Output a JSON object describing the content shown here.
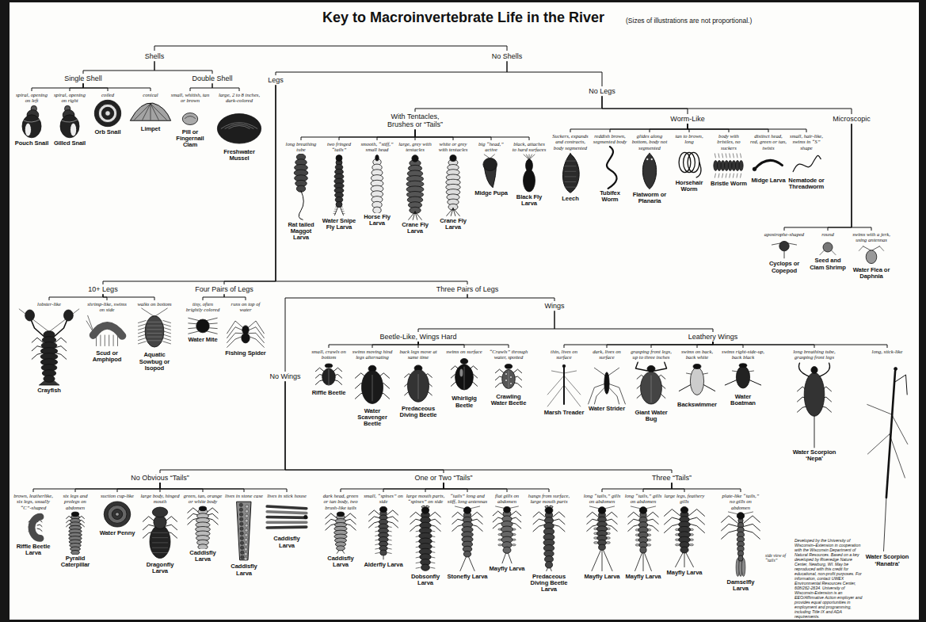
{
  "diagram": {
    "title": "Key to Macroinvertebrate Life in the River",
    "nodes": [
      {
        "text": [
          "Shells"
        ]
      },
      {
        "text": [
          "Single Shell"
        ]
      },
      {
        "text": [
          "spiral, opening on left",
          "Pouch Snail"
        ]
      },
      {
        "text": [
          "spiral, opening on right",
          "Gilled Snail"
        ]
      },
      {
        "text": [
          "coiled",
          "Orb Snail"
        ]
      },
      {
        "text": [
          "conical",
          "Limpet"
        ]
      },
      {
        "text": [
          "Double Shell"
        ]
      },
      {
        "text": [
          "small, whitish, tan or brown",
          "Pill or Fingernail Clam"
        ]
      },
      {
        "text": [
          "large, 2 to 8 inches, dark-colored",
          "Freshwater Mussel"
        ]
      },
      {
        "text": [
          "No Shells"
        ]
      },
      {
        "text": [
          "Legs"
        ]
      },
      {
        "text": [
          "No Legs"
        ]
      },
      {
        "text": [
          "With Tentacles, Brushes or “Tails”"
        ]
      },
      {
        "text": [
          "long breathing tube",
          "Rat tailed Maggot Larva"
        ]
      },
      {
        "text": [
          "two fringed “tails”",
          "Water Snipe Fly Larva"
        ]
      },
      {
        "text": [
          "smooth, “stiff,” small head",
          "Horse Fly Larva"
        ]
      },
      {
        "text": [
          "large, grey with tentacles",
          "Crane Fly Larva"
        ]
      },
      {
        "text": [
          "white or grey with tentacles",
          "Crane Fly Larva"
        ]
      },
      {
        "text": [
          "big “head,” active",
          "Midge Pupa"
        ]
      },
      {
        "text": [
          "black, attaches to hard surfaces",
          "Black Fly Larva"
        ]
      },
      {
        "text": [
          "Worm-Like"
        ]
      },
      {
        "text": [
          "Suckers, expands and contracts, body segmented",
          "Leech"
        ]
      },
      {
        "text": [
          "reddish brown, segmented body",
          "Tubifex Worm"
        ]
      },
      {
        "text": [
          "glides along bottom, body not segmented",
          "Flatworm or Planaria"
        ]
      },
      {
        "text": [
          "tan to brown, long",
          "Horsehair Worm"
        ]
      },
      {
        "text": [
          "body with bristles, no suckers",
          "Bristle Worm"
        ]
      },
      {
        "text": [
          "distinct head, red, green or tan, twists",
          "Midge Larva"
        ]
      },
      {
        "text": [
          "small, hair-like, swims in “S” shape",
          "Nematode or Threadworm"
        ]
      },
      {
        "text": [
          "Microscopic"
        ]
      },
      {
        "text": [
          "apostrophe-shaped",
          "Cyclops or Copepod"
        ]
      },
      {
        "text": [
          "round",
          "Seed and Clam Shrimp"
        ]
      },
      {
        "text": [
          "swims with a jerk, using antennas",
          "Water Flea or Daphnia"
        ]
      },
      {
        "text": [
          "10+ Legs"
        ]
      },
      {
        "text": [
          "lobster-like",
          "Crayfish"
        ]
      },
      {
        "text": [
          "shrimp-like, swims on side",
          "Scud or Amphipod"
        ]
      },
      {
        "text": [
          "walks on bottom",
          "Aquatic Sowbug or Isopod"
        ]
      },
      {
        "text": [
          "Four Pairs of Legs"
        ]
      },
      {
        "text": [
          "tiny, often brightly colored",
          "Water Mite"
        ]
      },
      {
        "text": [
          "runs on top of water",
          "Fishing Spider"
        ]
      },
      {
        "text": [
          "Three Pairs of Legs"
        ]
      },
      {
        "text": [
          "Wings"
        ]
      },
      {
        "text": [
          "Beetle-Like, Wings Hard"
        ]
      },
      {
        "text": [
          "small, crawls on bottom",
          "Riffle Beetle"
        ]
      },
      {
        "text": [
          "swims moving hind legs alternating",
          "Water Scavenger Beetle"
        ]
      },
      {
        "text": [
          "back legs move at same time",
          "Predaceous Diving Beetle"
        ]
      },
      {
        "text": [
          "swims on surface",
          "Whirligig Beetle"
        ]
      },
      {
        "text": [
          "“Crawls” through water, spotted",
          "Crawling Water Beetle"
        ]
      },
      {
        "text": [
          "Leathery Wings"
        ]
      },
      {
        "text": [
          "thin, lives on surface",
          "Marsh Treader"
        ]
      },
      {
        "text": [
          "dark, lives on surface",
          "Water Strider"
        ]
      },
      {
        "text": [
          "grasping front legs, up to three inches",
          "Giant Water Bug"
        ]
      },
      {
        "text": [
          "swims on back, back white",
          "Backswimmer"
        ]
      },
      {
        "text": [
          "swims right-side-up, back black",
          "Water Boatman"
        ]
      },
      {
        "text": [
          "long breathing tube, grasping front legs",
          "Water Scorpion ‘Nepa’"
        ]
      },
      {
        "text": [
          "long, stick-like",
          "Water Scorpion ‘Ranatra’"
        ]
      },
      {
        "text": [
          "No Wings"
        ]
      },
      {
        "text": [
          "No Obvious “Tails”"
        ]
      },
      {
        "text": [
          "brown, leatherlike, six legs, usually “C”-shaped",
          "Riffle Beetle Larva"
        ]
      },
      {
        "text": [
          "six legs and prolegs on abdomen",
          "Pyralid Caterpillar"
        ]
      },
      {
        "text": [
          "suction cup-like",
          "Water Penny"
        ]
      },
      {
        "text": [
          "large body, hinged mouth",
          "Dragonfly Larva"
        ]
      },
      {
        "text": [
          "green, tan, orange or white body",
          "Caddisfly Larva"
        ]
      },
      {
        "text": [
          "lives in stone case",
          "Caddisfly Larva"
        ]
      },
      {
        "text": [
          "lives in stick house",
          "Caddisfly Larva"
        ]
      },
      {
        "text": [
          "One or Two “Tails”"
        ]
      },
      {
        "text": [
          "dark head, green or tan body, two brush-like tails",
          "Caddisfly Larva"
        ]
      },
      {
        "text": [
          "small, “spines” on side",
          "Alderfly Larva"
        ]
      },
      {
        "text": [
          "large mouth parts, “spines” on side",
          "Dobsonfly Larva"
        ]
      },
      {
        "text": [
          "“tails” long and stiff, long antennas",
          "Stonefly Larva"
        ]
      },
      {
        "text": [
          "flat gills on abdomen",
          "Mayfly Larva"
        ]
      },
      {
        "text": [
          "hangs from surface, large mouth parts",
          "Predaceous Diving Beetle Larva"
        ]
      },
      {
        "text": [
          "Three “Tails”"
        ]
      },
      {
        "text": [
          "long “tails,” gills on abdomen",
          "Mayfly Larva"
        ]
      },
      {
        "text": [
          "long “tails,” gills on abdomen",
          "Mayfly Larva"
        ]
      },
      {
        "text": [
          "large legs, feathery gills",
          "Mayfly Larva"
        ]
      },
      {
        "text": [
          "plate-like “tails,” no gills on abdomen",
          "Damselfly Larva"
        ]
      }
    ],
    "edges": [
      {
        "from": 0,
        "to": 1,
        "arrow": "none"
      },
      {
        "from": 0,
        "to": 6,
        "arrow": "none"
      },
      {
        "from": 1,
        "to": 2,
        "arrow": "none"
      },
      {
        "from": 1,
        "to": 3,
        "arrow": "none"
      },
      {
        "from": 1,
        "to": 4,
        "arrow": "none"
      },
      {
        "from": 1,
        "to": 5,
        "arrow": "none"
      },
      {
        "from": 6,
        "to": 7,
        "arrow": "none"
      },
      {
        "from": 6,
        "to": 8,
        "arrow": "none"
      },
      {
        "from": 9,
        "to": 10,
        "arrow": "none"
      },
      {
        "from": 9,
        "to": 11,
        "arrow": "none"
      },
      {
        "from": 10,
        "to": 32,
        "arrow": "none"
      },
      {
        "from": 10,
        "to": 36,
        "arrow": "none"
      },
      {
        "from": 10,
        "to": 39,
        "arrow": "none"
      },
      {
        "from": 11,
        "to": 12,
        "arrow": "none"
      },
      {
        "from": 11,
        "to": 20,
        "arrow": "none"
      },
      {
        "from": 11,
        "to": 28,
        "arrow": "none"
      },
      {
        "from": 12,
        "to": 13,
        "arrow": "none"
      },
      {
        "from": 12,
        "to": 14,
        "arrow": "none"
      },
      {
        "from": 12,
        "to": 15,
        "arrow": "none"
      },
      {
        "from": 12,
        "to": 16,
        "arrow": "none"
      },
      {
        "from": 12,
        "to": 17,
        "arrow": "none"
      },
      {
        "from": 12,
        "to": 18,
        "arrow": "none"
      },
      {
        "from": 12,
        "to": 19,
        "arrow": "none"
      },
      {
        "from": 20,
        "to": 21,
        "arrow": "none"
      },
      {
        "from": 20,
        "to": 22,
        "arrow": "none"
      },
      {
        "from": 20,
        "to": 23,
        "arrow": "none"
      },
      {
        "from": 20,
        "to": 24,
        "arrow": "none"
      },
      {
        "from": 20,
        "to": 25,
        "arrow": "none"
      },
      {
        "from": 20,
        "to": 26,
        "arrow": "none"
      },
      {
        "from": 20,
        "to": 27,
        "arrow": "none"
      },
      {
        "from": 28,
        "to": 29,
        "arrow": "none"
      },
      {
        "from": 28,
        "to": 30,
        "arrow": "none"
      },
      {
        "from": 28,
        "to": 31,
        "arrow": "none"
      },
      {
        "from": 32,
        "to": 33,
        "arrow": "none"
      },
      {
        "from": 32,
        "to": 34,
        "arrow": "none"
      },
      {
        "from": 32,
        "to": 35,
        "arrow": "none"
      },
      {
        "from": 36,
        "to": 37,
        "arrow": "none"
      },
      {
        "from": 36,
        "to": 38,
        "arrow": "none"
      },
      {
        "from": 39,
        "to": 40,
        "arrow": "none"
      },
      {
        "from": 39,
        "to": 55,
        "arrow": "none"
      },
      {
        "from": 40,
        "to": 41,
        "arrow": "none"
      },
      {
        "from": 40,
        "to": 47,
        "arrow": "none"
      },
      {
        "from": 41,
        "to": 42,
        "arrow": "none"
      },
      {
        "from": 41,
        "to": 43,
        "arrow": "none"
      },
      {
        "from": 41,
        "to": 44,
        "arrow": "none"
      },
      {
        "from": 41,
        "to": 45,
        "arrow": "none"
      },
      {
        "from": 41,
        "to": 46,
        "arrow": "none"
      },
      {
        "from": 47,
        "to": 48,
        "arrow": "none"
      },
      {
        "from": 47,
        "to": 49,
        "arrow": "none"
      },
      {
        "from": 47,
        "to": 50,
        "arrow": "none"
      },
      {
        "from": 47,
        "to": 51,
        "arrow": "none"
      },
      {
        "from": 47,
        "to": 52,
        "arrow": "none"
      },
      {
        "from": 47,
        "to": 53,
        "arrow": "none"
      },
      {
        "from": 47,
        "to": 54,
        "arrow": "none"
      },
      {
        "from": 55,
        "to": 56,
        "arrow": "none"
      },
      {
        "from": 55,
        "to": 64,
        "arrow": "none"
      },
      {
        "from": 55,
        "to": 71,
        "arrow": "none"
      },
      {
        "from": 56,
        "to": 57,
        "arrow": "none"
      },
      {
        "from": 56,
        "to": 58,
        "arrow": "none"
      },
      {
        "from": 56,
        "to": 59,
        "arrow": "none"
      },
      {
        "from": 56,
        "to": 60,
        "arrow": "none"
      },
      {
        "from": 56,
        "to": 61,
        "arrow": "none"
      },
      {
        "from": 56,
        "to": 62,
        "arrow": "none"
      },
      {
        "from": 56,
        "to": 63,
        "arrow": "none"
      },
      {
        "from": 64,
        "to": 65,
        "arrow": "none"
      },
      {
        "from": 64,
        "to": 66,
        "arrow": "none"
      },
      {
        "from": 64,
        "to": 67,
        "arrow": "none"
      },
      {
        "from": 64,
        "to": 68,
        "arrow": "none"
      },
      {
        "from": 64,
        "to": 69,
        "arrow": "none"
      },
      {
        "from": 64,
        "to": 70,
        "arrow": "none"
      },
      {
        "from": 71,
        "to": 72,
        "arrow": "none"
      },
      {
        "from": 71,
        "to": 73,
        "arrow": "none"
      },
      {
        "from": 71,
        "to": 74,
        "arrow": "none"
      },
      {
        "from": 71,
        "to": 75,
        "arrow": "none"
      }
    ],
    "labels": [
      "(Sizes of illustrations are not proportional.)",
      "side view of “tails”",
      "Developed by the University of Wisconsin–Extension in cooperation with the Wisconsin Department of Natural Resources. Based on a key developed by Riveredge Nature Center, Newburg, WI. May be reproduced with this credit for educational, non-profit purposes. For information, contact UWEX Environmental Resources Center, 608/262-2634. University of Wisconsin-Extension is an EEO/Affirmative Action employer and provides equal opportunities in employment and programming, including Title IX and ADA requirements."
    ]
  }
}
